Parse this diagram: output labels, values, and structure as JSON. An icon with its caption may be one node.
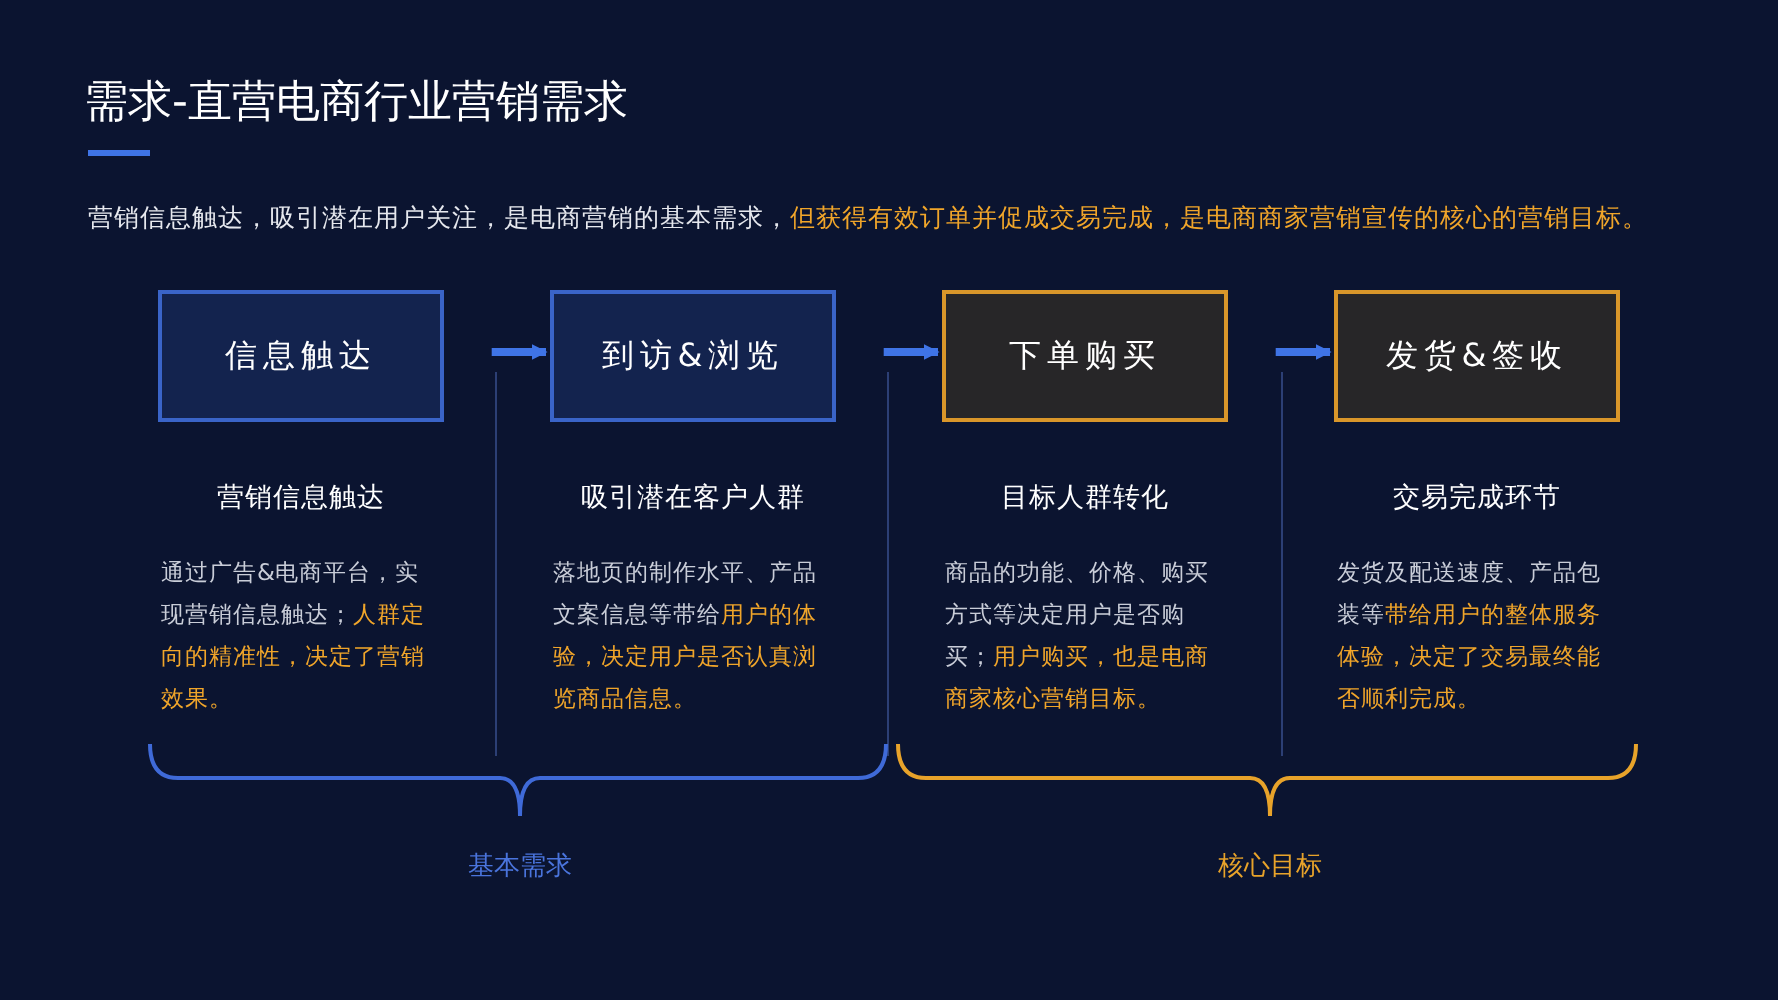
{
  "diagram": {
    "title": "需求-直营电商行业营销需求",
    "nodes": [
      {
        "text": [
          "信息触达"
        ],
        "beside": [
          "营销信息触达",
          "通过广告&电商平台，实现营销信息触达；**人群定向的精准性，决定了营销效果。**"
        ]
      },
      {
        "text": [
          "到访&浏览"
        ],
        "beside": [
          "吸引潜在客户人群",
          "落地页的制作水平、产品文案信息等带给**用户的体验，决定用户是否认真浏览商品信息。**"
        ]
      },
      {
        "text": [
          "下单购买"
        ],
        "beside": [
          "目标人群转化",
          "商品的功能、价格、购买方式等决定用户是否购买；**用户购买，也是电商商家核心营销目标。**"
        ]
      },
      {
        "text": [
          "发货&签收"
        ],
        "beside": [
          "交易完成环节",
          "发货及配送速度、产品包装等**带给用户的整体服务体验，决定了交易最终能否顺利完成。**"
        ]
      }
    ],
    "edges": [
      {
        "from": 0,
        "to": 1,
        "arrow": "to"
      },
      {
        "from": 1,
        "to": 2,
        "arrow": "to"
      },
      {
        "from": 2,
        "to": 3,
        "arrow": "to"
      }
    ],
    "labels": [
      "营销信息触达，吸引潜在用户关注，是电商营销的基本需求，**但获得有效订单并促成交易完成，是电商商家营销宣传的核心的营销目标。**",
      "基本需求",
      "核心目标"
    ]
  }
}
